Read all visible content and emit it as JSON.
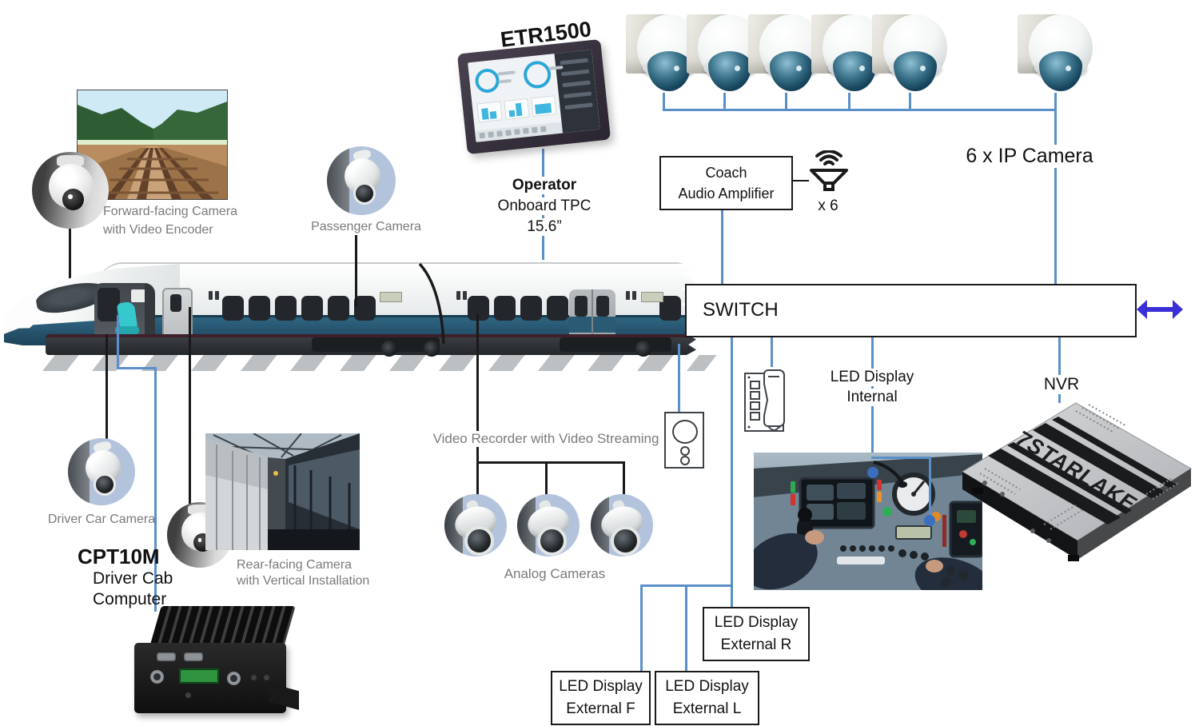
{
  "colors": {
    "blue_line": "#5b8fc9",
    "black_line": "#1a1a1a",
    "arrow_blue": "#3a2fd6",
    "gray_label": "#7a7a7a",
    "train_stripe": "#2e607a"
  },
  "counts": {
    "ip_cameras": 6,
    "analog_cameras": 3
  },
  "labels": {
    "etr_model": "ETR1500",
    "etr_role": "Operator",
    "etr_type": "Onboard TPC",
    "etr_size": "15.6”",
    "forward_camera_line1": "Forward-facing Camera",
    "forward_camera_line2": "with Video Encoder",
    "passenger_camera": "Passenger Camera",
    "driver_car_camera": "Driver Car Camera",
    "cab_computer_model": "CPT10M",
    "cab_computer_line1": "Driver Cab",
    "cab_computer_line2": "Computer",
    "rear_camera_line1": "Rear-facing Camera",
    "rear_camera_line2": "with Vertical Installation",
    "video_recorder": "Video Recorder with Video Streaming",
    "analog_cameras": "Analog Cameras",
    "coach_amp_line1": "Coach",
    "coach_amp_line2": "Audio Amplifier",
    "speaker_count": "x 6",
    "ip_camera_count": "6 x IP Camera",
    "switch": "SWITCH",
    "led_internal_line1": "LED Display",
    "led_internal_line2": "Internal",
    "nvr": "NVR",
    "nvr_brand": "7STARLAKE",
    "led_ext_r_line1": "LED Display",
    "led_ext_r_line2": "External R",
    "led_ext_f_line1": "LED Display",
    "led_ext_f_line2": "External F",
    "led_ext_l_line1": "LED Display",
    "led_ext_l_line2": "External L"
  }
}
